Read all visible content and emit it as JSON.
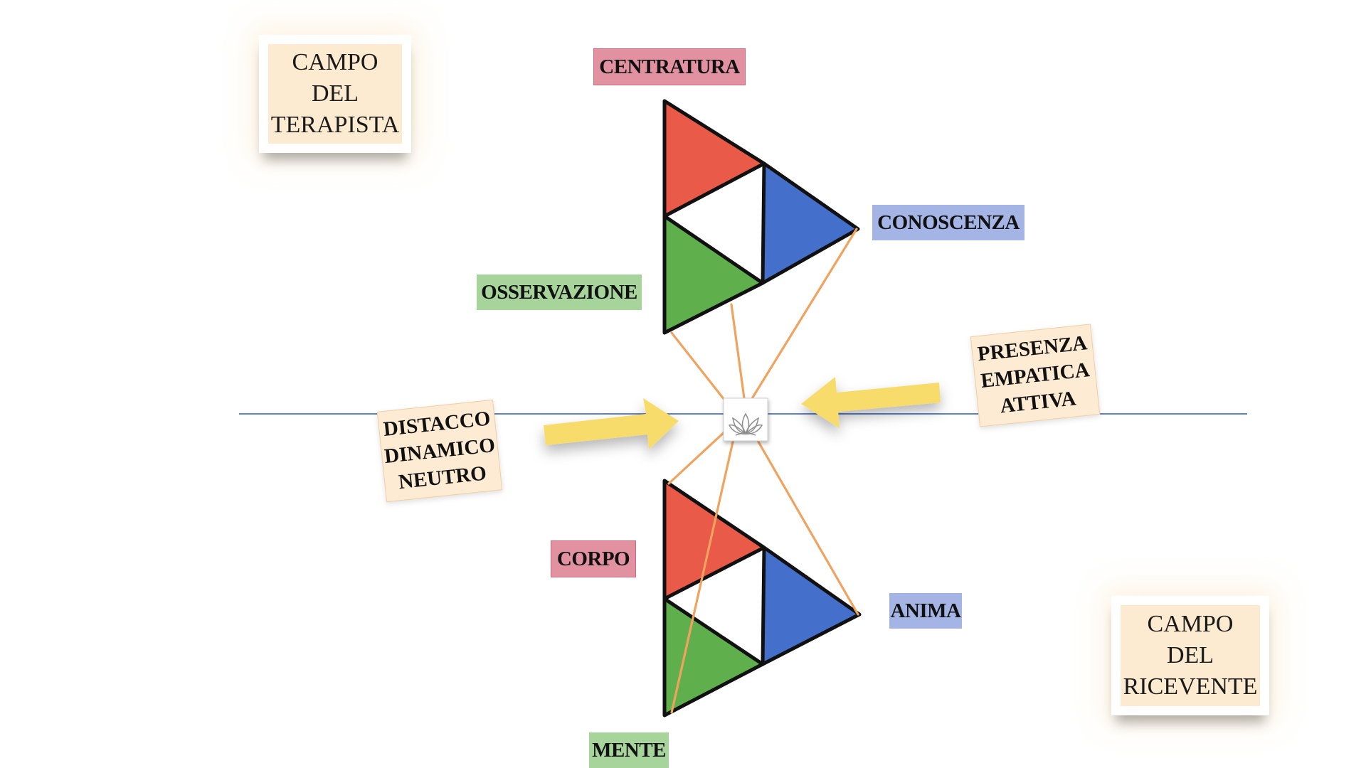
{
  "therapist_field": {
    "lines": [
      "CAMPO",
      "DEL",
      "TERAPISTA"
    ]
  },
  "receiver_field": {
    "lines": [
      "CAMPO",
      "DEL",
      "RICEVENTE"
    ]
  },
  "top_labels": {
    "red": "CENTRATURA",
    "blue": "CONOSCENZA",
    "green": "OSSERVAZIONE"
  },
  "bottom_labels": {
    "red": "CORPO",
    "blue": "ANIMA",
    "green": "MENTE"
  },
  "left_note": {
    "lines": [
      "DISTACCO",
      "DINAMICO",
      "NEUTRO"
    ]
  },
  "right_note": {
    "lines": [
      "PRESENZA",
      "EMPATICA",
      "ATTIVA"
    ]
  },
  "center_icon": "lotus-icon",
  "colors": {
    "red": "#ea5a48",
    "blue": "#4470cc",
    "green": "#5fb04c",
    "connector": "#f0a35e",
    "axis": "#4a6fc0",
    "arrow": "#f7dc6c",
    "pink_tag": "#e291a0",
    "green_tag": "#a7d49a",
    "blue_tag": "#a4b4e4",
    "note_bg": "#fdebd4"
  }
}
